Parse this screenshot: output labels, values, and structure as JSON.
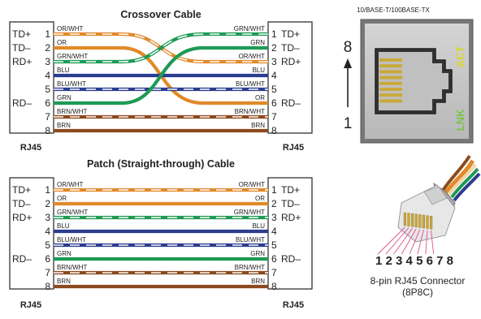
{
  "crossover": {
    "title": "Crossover Cable",
    "left_connector_label": "RJ45",
    "right_connector_label": "RJ45",
    "left_pins": [
      {
        "signal": "TD+",
        "number": "1"
      },
      {
        "signal": "TD–",
        "number": "2"
      },
      {
        "signal": "RD+",
        "number": "3"
      },
      {
        "signal": "",
        "number": "4"
      },
      {
        "signal": "",
        "number": "5"
      },
      {
        "signal": "RD–",
        "number": "6"
      },
      {
        "signal": "",
        "number": "7"
      },
      {
        "signal": "",
        "number": "8"
      }
    ],
    "right_pins": [
      {
        "number": "1",
        "signal": "TD+"
      },
      {
        "number": "2",
        "signal": "TD–"
      },
      {
        "number": "3",
        "signal": "RD+"
      },
      {
        "number": "4",
        "signal": ""
      },
      {
        "number": "5",
        "signal": ""
      },
      {
        "number": "6",
        "signal": "RD–"
      },
      {
        "number": "7",
        "signal": ""
      },
      {
        "number": "8",
        "signal": ""
      }
    ],
    "left_wire_labels": [
      "OR/WHT",
      "OR",
      "GRN/WHT",
      "BLU",
      "BLU/WHT",
      "GRN",
      "BRN/WHT",
      "BRN"
    ],
    "right_wire_labels": [
      "GRN/WHT",
      "GRN",
      "OR/WHT",
      "BLU",
      "BLU/WHT",
      "OR",
      "BRN/WHT",
      "BRN"
    ]
  },
  "patch": {
    "title": "Patch (Straight-through) Cable",
    "left_connector_label": "RJ45",
    "right_connector_label": "RJ45",
    "left_pins": [
      {
        "signal": "TD+",
        "number": "1"
      },
      {
        "signal": "TD–",
        "number": "2"
      },
      {
        "signal": "RD+",
        "number": "3"
      },
      {
        "signal": "",
        "number": "4"
      },
      {
        "signal": "",
        "number": "5"
      },
      {
        "signal": "RD–",
        "number": "6"
      },
      {
        "signal": "",
        "number": "7"
      },
      {
        "signal": "",
        "number": "8"
      }
    ],
    "right_pins": [
      {
        "number": "1",
        "signal": "TD+"
      },
      {
        "number": "2",
        "signal": "TD–"
      },
      {
        "number": "3",
        "signal": "RD+"
      },
      {
        "number": "4",
        "signal": ""
      },
      {
        "number": "5",
        "signal": ""
      },
      {
        "number": "6",
        "signal": "RD–"
      },
      {
        "number": "7",
        "signal": ""
      },
      {
        "number": "8",
        "signal": ""
      }
    ],
    "left_wire_labels": [
      "OR/WHT",
      "OR",
      "GRN/WHT",
      "BLU",
      "BLU/WHT",
      "GRN",
      "BRN/WHT",
      "BRN"
    ],
    "right_wire_labels": [
      "OR/WHT",
      "OR",
      "GRN/WHT",
      "BLU",
      "BLU/WHT",
      "GRN",
      "BRN/WHT",
      "BRN"
    ]
  },
  "jack": {
    "title": "10/BASE-T/100BASE-TX",
    "pin_high": "8",
    "pin_low": "1",
    "act_label": "ACT",
    "lnk_label": "LNK"
  },
  "plug": {
    "pin_numbers": "1 2 3 4 5 6 7 8",
    "caption_line1": "8-pin RJ45 Connector",
    "caption_line2": "(8P8C)"
  },
  "colors": {
    "orange": "#e08a2a",
    "green": "#1e9a55",
    "blue": "#2b3d8f",
    "brown": "#8c4a1e",
    "jack_body": "#c8c8c8",
    "jack_pins": "#c9a93a",
    "act_led": "#d8d826",
    "lnk_led": "#78c24a"
  }
}
